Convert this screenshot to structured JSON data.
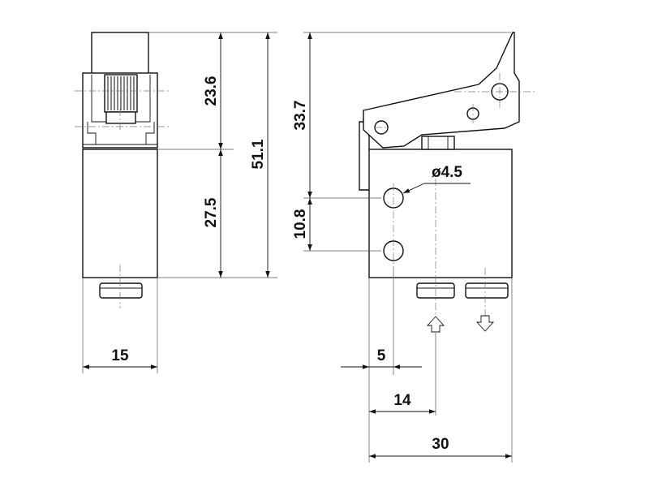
{
  "dimensions": {
    "width_front": "15",
    "lever_height": "23.6",
    "body_height": "27.5",
    "total_height": "51.1",
    "side_height": "33.7",
    "hole_spacing": "10.8",
    "hole_diameter": "ø4.5",
    "hole_offset": "5",
    "port_offset": "14",
    "width_side": "30"
  },
  "ports": {
    "inlet_symbol": "arrow-up-icon",
    "outlet_symbol": "arrow-down-icon"
  },
  "colors": {
    "line": "#111111",
    "background": "#ffffff"
  }
}
